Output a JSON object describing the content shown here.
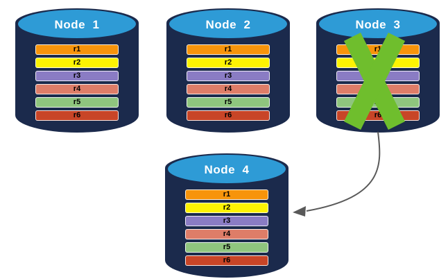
{
  "diagram": {
    "background_color": "#FFFFFF",
    "node_body_color": "#1B2A4C",
    "node_top_color": "#2E9BD6",
    "failure_x_color": "#6FBE2D",
    "arrow_color": "#595959",
    "nodes": [
      {
        "label": "Node  1",
        "status": "active",
        "rows": [
          {
            "label": "r1",
            "color": "#F7940B"
          },
          {
            "label": "r2",
            "color": "#FDF303"
          },
          {
            "label": "r3",
            "color": "#8A7CC4"
          },
          {
            "label": "r4",
            "color": "#DE7D68"
          },
          {
            "label": "r5",
            "color": "#8FC57E"
          },
          {
            "label": "r6",
            "color": "#C84527"
          }
        ]
      },
      {
        "label": "Node  2",
        "status": "active",
        "rows": [
          {
            "label": "r1",
            "color": "#F7940B"
          },
          {
            "label": "r2",
            "color": "#FDF303"
          },
          {
            "label": "r3",
            "color": "#8A7CC4"
          },
          {
            "label": "r4",
            "color": "#DE7D68"
          },
          {
            "label": "r5",
            "color": "#8FC57E"
          },
          {
            "label": "r6",
            "color": "#C84527"
          }
        ]
      },
      {
        "label": "Node  3",
        "status": "failed",
        "rows": [
          {
            "label": "r1",
            "color": "#F7940B"
          },
          {
            "label": "r2",
            "color": "#FDF303"
          },
          {
            "label": "r3",
            "color": "#8A7CC4"
          },
          {
            "label": "r4",
            "color": "#DE7D68"
          },
          {
            "label": "r5",
            "color": "#8FC57E"
          },
          {
            "label": "r6",
            "color": "#C84527"
          }
        ]
      },
      {
        "label": "Node  4",
        "status": "active",
        "rows": [
          {
            "label": "r1",
            "color": "#F7940B"
          },
          {
            "label": "r2",
            "color": "#FDF303"
          },
          {
            "label": "r3",
            "color": "#8A7CC4"
          },
          {
            "label": "r4",
            "color": "#DE7D68"
          },
          {
            "label": "r5",
            "color": "#8FC57E"
          },
          {
            "label": "r6",
            "color": "#C84527"
          }
        ]
      }
    ],
    "arrow": {
      "from": "Node  3",
      "to": "Node  4"
    }
  }
}
